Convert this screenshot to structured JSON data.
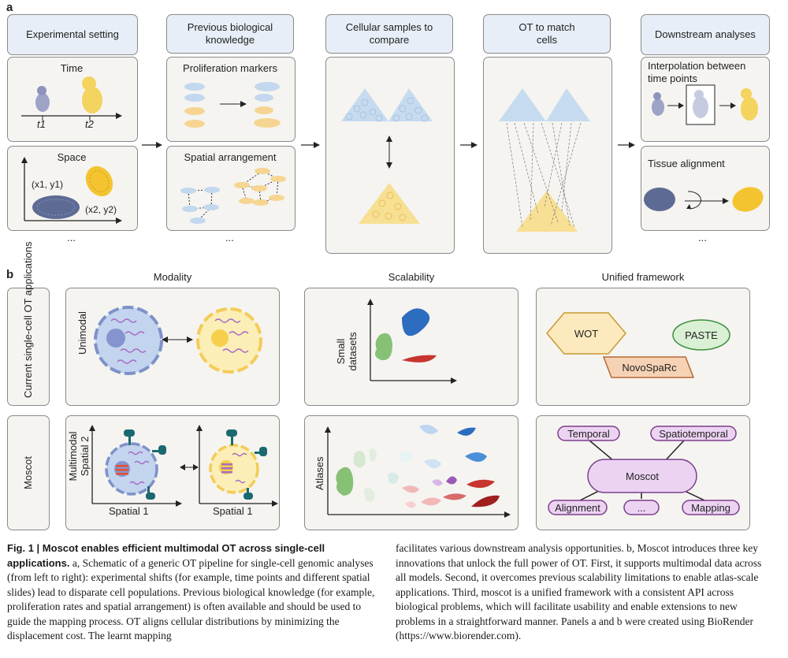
{
  "panel_a": {
    "letter": "a",
    "headers": [
      "Experimental setting",
      "Previous biological knowledge",
      "Cellular samples to compare",
      "OT to match cells",
      "Downstream analyses"
    ],
    "time_label": "Time",
    "t1": "t1",
    "t2": "t2",
    "space_label": "Space",
    "coord1": "(x1, y1)",
    "coord2": "(x2, y2)",
    "prolif_label": "Proliferation markers",
    "spatial_arr_label": "Spatial arrangement",
    "interp_label": "Interpolation between time points",
    "tissue_label": "Tissue alignment",
    "ellipsis": "..."
  },
  "panel_b": {
    "letter": "b",
    "col_titles": [
      "Modality",
      "Scalability",
      "Unified framework"
    ],
    "row_titles": [
      "Current single-cell OT applications",
      "Moscot"
    ],
    "unimodal": "Unimodal",
    "small_datasets": "Small datasets",
    "multimodal": "Multimodal",
    "spatial2": "Spatial 2",
    "spatial1": "Spatial 1",
    "atlases": "Atlases",
    "wot": "WOT",
    "paste": "PASTE",
    "novosparc": "NovoSpaRc",
    "temporal": "Temporal",
    "spatiotemporal": "Spatiotemporal",
    "moscot": "Moscot",
    "alignment": "Alignment",
    "ellipsis": "...",
    "mapping": "Mapping"
  },
  "caption": {
    "fig_label": "Fig. 1 | Moscot enables efficient multimodal OT across single-cell applications.",
    "left_rest": " a, Schematic of a generic OT pipeline for single-cell genomic analyses (from left to right): experimental shifts (for example, time points and different spatial slides) lead to disparate cell populations. Previous biological knowledge (for example, proliferation rates and spatial arrangement) is often available and should be used to guide the mapping process. OT aligns cellular distributions by minimizing the displacement cost. The learnt mapping",
    "right": "facilitates various downstream analysis opportunities. b, Moscot introduces three key innovations that unlock the full power of OT. First, it supports multimodal data across all models. Second, it overcomes previous scalability limitations to enable atlas-scale applications. Third, moscot is a unified framework with a consistent API across biological problems, which will facilitate usability and enable extensions to new problems in a straightforward manner. Panels a and b were created using BioRender (https://www.biorender.com)."
  },
  "colors": {
    "header_bg": "#e7eef7",
    "box_bg": "#f5f4f1",
    "blue_cell": "#bcd3ea",
    "yellow_cell": "#f7df93",
    "purple_node": "#ecd3f2",
    "green_node": "#d9f0d4",
    "orange_node": "#f6d2b5"
  }
}
